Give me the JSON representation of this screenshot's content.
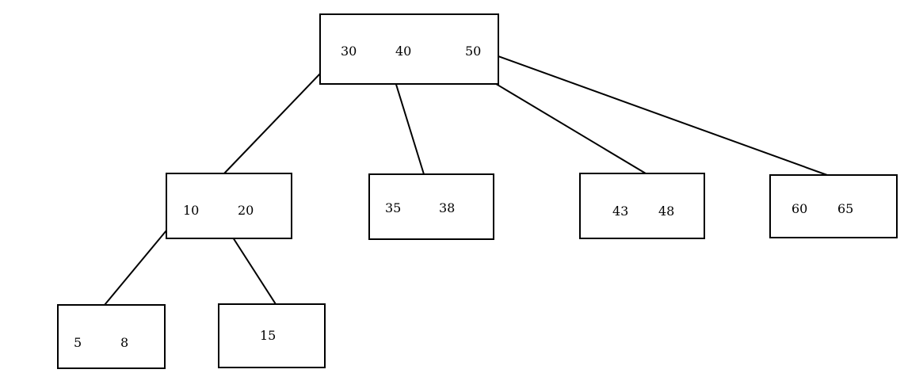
{
  "nodes": {
    "root": {
      "keys": [
        "30",
        "40",
        "50"
      ]
    },
    "n_10_20": {
      "keys": [
        "10",
        "20"
      ]
    },
    "n_35_38": {
      "keys": [
        "35",
        "38"
      ]
    },
    "n_43_48": {
      "keys": [
        "43",
        "48"
      ]
    },
    "n_60_65": {
      "keys": [
        "60",
        "65"
      ]
    },
    "n_5_8": {
      "keys": [
        "5",
        "8"
      ]
    },
    "n_15": {
      "keys": [
        "15"
      ]
    }
  },
  "edges": [
    {
      "from": "root",
      "to": "n_10_20"
    },
    {
      "from": "root",
      "to": "n_35_38"
    },
    {
      "from": "root",
      "to": "n_43_48"
    },
    {
      "from": "root",
      "to": "n_60_65"
    },
    {
      "from": "n_10_20",
      "to": "n_5_8"
    },
    {
      "from": "n_10_20",
      "to": "n_15"
    }
  ]
}
